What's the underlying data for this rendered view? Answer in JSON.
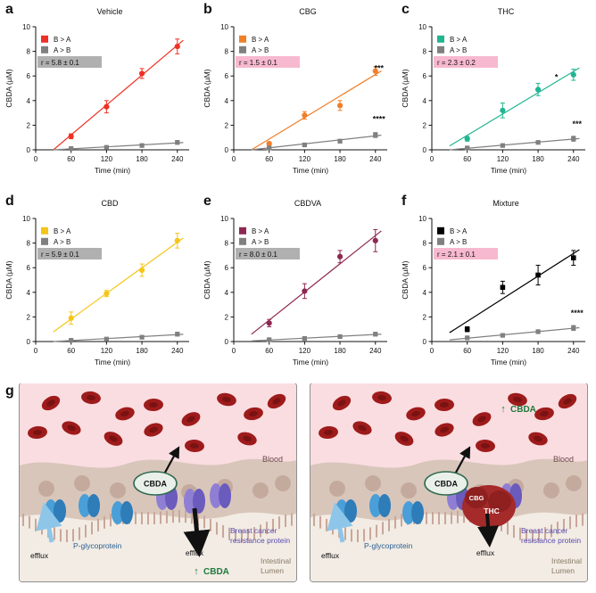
{
  "figure": {
    "panel_letters": [
      "a",
      "b",
      "c",
      "d",
      "e",
      "f",
      "g"
    ],
    "axis": {
      "x_label": "Time (min)",
      "y_label": "CBDA (µM)",
      "x_ticks": [
        0,
        60,
        120,
        180,
        240
      ],
      "y_ticks": [
        0,
        2,
        4,
        6,
        8,
        10
      ],
      "x_range": [
        0,
        260
      ],
      "y_range": [
        0,
        10
      ]
    },
    "legend": {
      "b_over_a": "B > A",
      "a_over_b": "A > B"
    },
    "colors": {
      "vehicle": "#ee3124",
      "cbg": "#f07f2a",
      "thc": "#22b592",
      "cbd": "#f5c518",
      "cbdva": "#8e2751",
      "mixture": "#000000",
      "a_over_b": "#808080",
      "r_box_gray": "#b0b0b0",
      "r_box_pink": "#f7b9cf"
    }
  },
  "chart_data": [
    {
      "type": "scatter",
      "panel": "a",
      "title": "Vehicle",
      "xlabel": "Time (min)",
      "ylabel": "CBDA (µM)",
      "xlim": [
        0,
        260
      ],
      "ylim": [
        0,
        10
      ],
      "x_ticks": [
        0,
        60,
        120,
        180,
        240
      ],
      "y_ticks": [
        0,
        2,
        4,
        6,
        8,
        10
      ],
      "grid": false,
      "legend": [
        "B > A",
        "A > B"
      ],
      "legend_position": "top-left",
      "annotation": "r = 5.8 ± 0.1",
      "annotation_style": "gray-box",
      "series": [
        {
          "name": "B > A",
          "color": "#ee3124",
          "x": [
            60,
            120,
            180,
            240
          ],
          "values": [
            1.1,
            3.5,
            6.2,
            8.4
          ],
          "errors": [
            0.2,
            0.5,
            0.4,
            0.6
          ]
        },
        {
          "name": "A > B",
          "color": "#808080",
          "x": [
            60,
            120,
            180,
            240
          ],
          "values": [
            0.1,
            0.2,
            0.35,
            0.6
          ],
          "errors": [
            0.05,
            0.08,
            0.1,
            0.15
          ]
        }
      ],
      "significance": []
    },
    {
      "type": "scatter",
      "panel": "b",
      "title": "CBG",
      "xlabel": "Time (min)",
      "ylabel": "CBDA (µM)",
      "xlim": [
        0,
        260
      ],
      "ylim": [
        0,
        10
      ],
      "x_ticks": [
        0,
        60,
        120,
        180,
        240
      ],
      "y_ticks": [
        0,
        2,
        4,
        6,
        8,
        10
      ],
      "grid": false,
      "legend": [
        "B > A",
        "A > B"
      ],
      "legend_position": "top-left",
      "annotation": "r = 1.5 ± 0.1",
      "annotation_style": "pink-box",
      "series": [
        {
          "name": "B > A",
          "color": "#f07f2a",
          "x": [
            60,
            120,
            180,
            240
          ],
          "values": [
            0.5,
            2.8,
            3.6,
            6.4
          ],
          "errors": [
            0.15,
            0.3,
            0.4,
            0.35
          ]
        },
        {
          "name": "A > B",
          "color": "#808080",
          "x": [
            60,
            120,
            180,
            240
          ],
          "values": [
            0.15,
            0.4,
            0.7,
            1.2
          ],
          "errors": [
            0.05,
            0.1,
            0.15,
            0.2
          ]
        }
      ],
      "significance": [
        {
          "label": "***",
          "x": 240,
          "y": 6.4
        },
        {
          "label": "****",
          "x": 240,
          "y": 2.3
        }
      ]
    },
    {
      "type": "scatter",
      "panel": "c",
      "title": "THC",
      "xlabel": "Time (min)",
      "ylabel": "CBDA (µM)",
      "xlim": [
        0,
        260
      ],
      "ylim": [
        0,
        10
      ],
      "x_ticks": [
        0,
        60,
        120,
        180,
        240
      ],
      "y_ticks": [
        0,
        2,
        4,
        6,
        8,
        10
      ],
      "grid": false,
      "legend": [
        "B > A",
        "A > B"
      ],
      "legend_position": "top-left",
      "annotation": "r = 2.3 ± 0.2",
      "annotation_style": "pink-box",
      "series": [
        {
          "name": "B > A",
          "color": "#22b592",
          "x": [
            60,
            120,
            180,
            240
          ],
          "values": [
            0.9,
            3.2,
            4.9,
            6.1
          ],
          "errors": [
            0.2,
            0.6,
            0.5,
            0.45
          ]
        },
        {
          "name": "A > B",
          "color": "#808080",
          "x": [
            60,
            120,
            180,
            240
          ],
          "values": [
            0.15,
            0.35,
            0.6,
            0.9
          ],
          "errors": [
            0.05,
            0.1,
            0.12,
            0.2
          ]
        }
      ],
      "significance": [
        {
          "label": "*",
          "x": 205,
          "y": 5.7
        },
        {
          "label": "***",
          "x": 240,
          "y": 1.9
        }
      ]
    },
    {
      "type": "scatter",
      "panel": "d",
      "title": "CBD",
      "xlabel": "Time (min)",
      "ylabel": "CBDA (µM)",
      "xlim": [
        0,
        260
      ],
      "ylim": [
        0,
        10
      ],
      "x_ticks": [
        0,
        60,
        120,
        180,
        240
      ],
      "y_ticks": [
        0,
        2,
        4,
        6,
        8,
        10
      ],
      "grid": false,
      "legend": [
        "B > A",
        "A > B"
      ],
      "legend_position": "top-left",
      "annotation": "r = 5.9 ± 0.1",
      "annotation_style": "gray-box",
      "series": [
        {
          "name": "B > A",
          "color": "#f5c518",
          "x": [
            60,
            120,
            180,
            240
          ],
          "values": [
            1.9,
            3.9,
            5.8,
            8.2
          ],
          "errors": [
            0.5,
            0.25,
            0.5,
            0.6
          ]
        },
        {
          "name": "A > B",
          "color": "#808080",
          "x": [
            60,
            120,
            180,
            240
          ],
          "values": [
            0.1,
            0.2,
            0.35,
            0.6
          ],
          "errors": [
            0.05,
            0.08,
            0.1,
            0.15
          ]
        }
      ],
      "significance": []
    },
    {
      "type": "scatter",
      "panel": "e",
      "title": "CBDVA",
      "xlabel": "Time (min)",
      "ylabel": "CBDA (µM)",
      "xlim": [
        0,
        260
      ],
      "ylim": [
        0,
        10
      ],
      "x_ticks": [
        0,
        60,
        120,
        180,
        240
      ],
      "y_ticks": [
        0,
        2,
        4,
        6,
        8,
        10
      ],
      "grid": false,
      "legend": [
        "B > A",
        "A > B"
      ],
      "legend_position": "top-left",
      "annotation": "r = 8.0 ± 0.1",
      "annotation_style": "gray-box",
      "series": [
        {
          "name": "B > A",
          "color": "#8e2751",
          "x": [
            60,
            120,
            180,
            240
          ],
          "values": [
            1.5,
            4.1,
            6.9,
            8.2
          ],
          "errors": [
            0.3,
            0.6,
            0.5,
            0.9
          ]
        },
        {
          "name": "A > B",
          "color": "#808080",
          "x": [
            60,
            120,
            180,
            240
          ],
          "values": [
            0.15,
            0.25,
            0.4,
            0.6
          ],
          "errors": [
            0.05,
            0.08,
            0.1,
            0.15
          ]
        }
      ],
      "significance": []
    },
    {
      "type": "scatter",
      "panel": "f",
      "title": "Mixture",
      "xlabel": "Time (min)",
      "ylabel": "CBDA (µM)",
      "xlim": [
        0,
        260
      ],
      "ylim": [
        0,
        10
      ],
      "x_ticks": [
        0,
        60,
        120,
        180,
        240
      ],
      "y_ticks": [
        0,
        2,
        4,
        6,
        8,
        10
      ],
      "grid": false,
      "legend": [
        "B > A",
        "A > B"
      ],
      "legend_position": "top-left",
      "annotation": "r = 2.1 ± 0.1",
      "annotation_style": "pink-box",
      "series": [
        {
          "name": "B > A",
          "color": "#000000",
          "x": [
            60,
            120,
            180,
            240
          ],
          "values": [
            1.0,
            4.4,
            5.4,
            6.8
          ],
          "errors": [
            0.2,
            0.5,
            0.8,
            0.6
          ]
        },
        {
          "name": "A > B",
          "color": "#808080",
          "x": [
            60,
            120,
            180,
            240
          ],
          "values": [
            0.3,
            0.5,
            0.8,
            1.1
          ],
          "errors": [
            0.08,
            0.1,
            0.15,
            0.2
          ]
        }
      ],
      "significance": [
        {
          "label": "****",
          "x": 240,
          "y": 2.1
        }
      ]
    }
  ],
  "diagram": {
    "left": {
      "blood_label": "Blood",
      "cbda_vesicle": "CBDA",
      "efflux_left": "efflux",
      "efflux_right": "efflux",
      "pgp_label": "P-glycoprotein",
      "bcrp_label": "Breast cancer\nresistance protein",
      "bcrp_line1": "Breast cancer",
      "bcrp_line2": "resistance protein",
      "cbda_bottom": "CBDA",
      "cbda_arrow": "↑",
      "lumen_line1": "Intestinal",
      "lumen_line2": "Lumen"
    },
    "right": {
      "blood_label": "Blood",
      "cbda_vesicle": "CBDA",
      "cbda_top": "CBDA",
      "cbda_top_arrow": "↑",
      "efflux_left": "efflux",
      "efflux_right": "efflux",
      "pgp_label": "P-glycoprotein",
      "bcrp_line1": "Breast cancer",
      "bcrp_line2": "resistance protein",
      "inhibitor_cbg": "CBG",
      "inhibitor_thc": "THC",
      "lumen_line1": "Intestinal",
      "lumen_line2": "Lumen"
    }
  }
}
